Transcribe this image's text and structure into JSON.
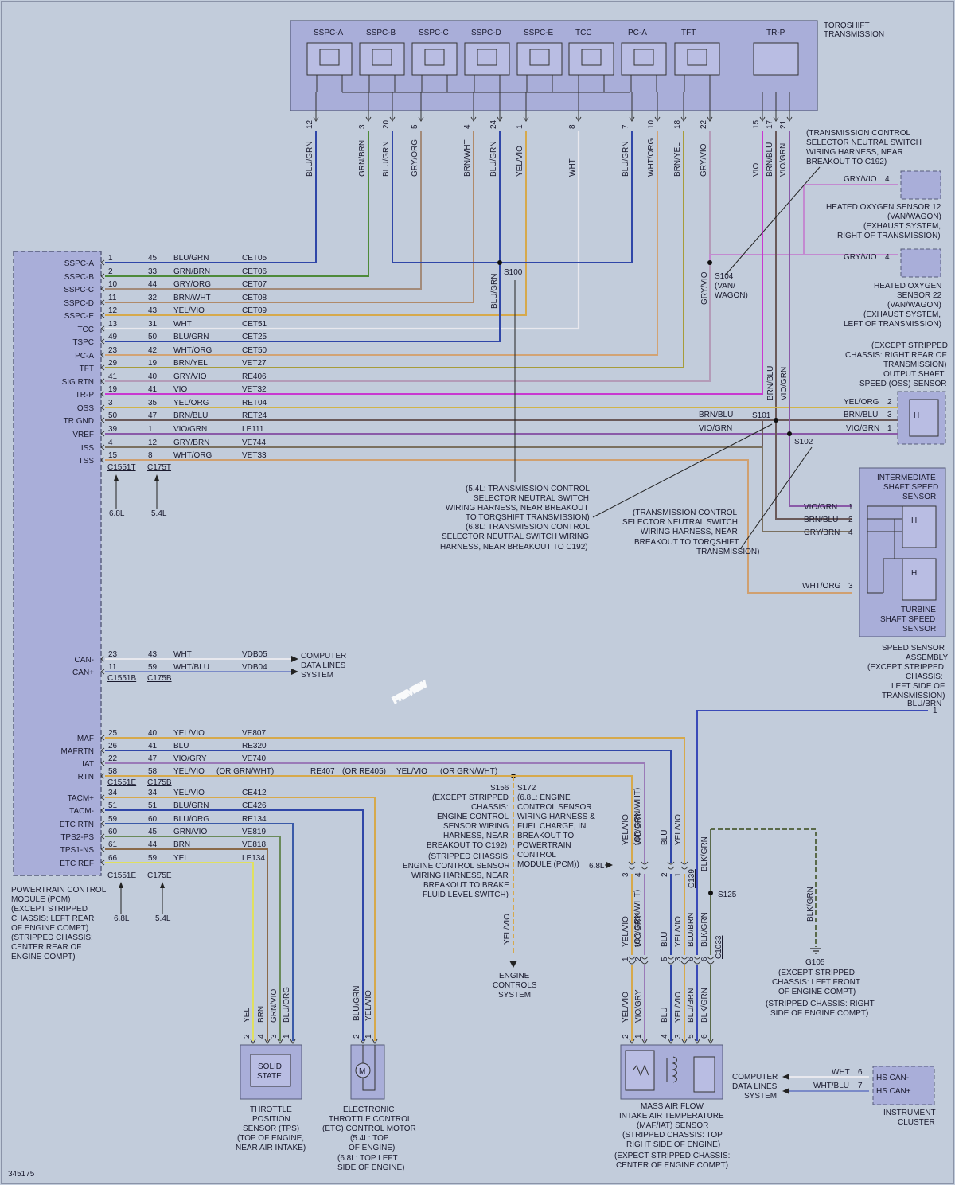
{
  "diagram_id": "345175",
  "watermark": "PREVIEW",
  "transmission": {
    "title": [
      "TORQSHIFT",
      "TRANSMISSION"
    ],
    "solenoids": [
      "SSPC-A",
      "SSPC-B",
      "SSPC-C",
      "SSPC-D",
      "SSPC-E",
      "TCC",
      "PC-A",
      "TFT",
      "TR-P"
    ]
  },
  "trans_pins": [
    {
      "n": "12",
      "color": "BLU/GRN"
    },
    {
      "n": "3",
      "color": "GRN/BRN"
    },
    {
      "n": "20",
      "color": "BLU/GRN"
    },
    {
      "n": "5",
      "color": "GRY/ORG"
    },
    {
      "n": "4",
      "color": "BRN/WHT"
    },
    {
      "n": "24",
      "color": "BLU/GRN"
    },
    {
      "n": "1",
      "color": "YEL/VIO"
    },
    {
      "n": "8",
      "color": "WHT"
    },
    {
      "n": "7",
      "color": "BLU/GRN"
    },
    {
      "n": "10",
      "color": "WHT/ORG"
    },
    {
      "n": "18",
      "color": "BRN/YEL"
    },
    {
      "n": "22",
      "color": "GRY/VIO"
    },
    {
      "n": "15",
      "color": "VIO"
    },
    {
      "n": "17",
      "color": "BRN/BLU"
    },
    {
      "n": "21",
      "color": "VIO/GRN"
    }
  ],
  "pcm": {
    "caption": [
      "POWERTRAIN CONTROL",
      "MODULE (PCM)",
      "(EXCEPT STRIPPED",
      "CHASSIS: LEFT REAR",
      "OF ENGINE COMPT)",
      "(STRIPPED CHASSIS:",
      "CENTER REAR OF",
      "ENGINE COMPT)"
    ]
  },
  "pcm_rows_top": [
    {
      "sig": "SSPC-A",
      "p1": "1",
      "p2": "45",
      "color": "BLU/GRN",
      "circuit": "CET05"
    },
    {
      "sig": "SSPC-B",
      "p1": "2",
      "p2": "33",
      "color": "GRN/BRN",
      "circuit": "CET06"
    },
    {
      "sig": "SSPC-C",
      "p1": "10",
      "p2": "44",
      "color": "GRY/ORG",
      "circuit": "CET07"
    },
    {
      "sig": "SSPC-D",
      "p1": "11",
      "p2": "32",
      "color": "BRN/WHT",
      "circuit": "CET08"
    },
    {
      "sig": "SSPC-E",
      "p1": "12",
      "p2": "43",
      "color": "YEL/VIO",
      "circuit": "CET09"
    },
    {
      "sig": "TCC",
      "p1": "13",
      "p2": "31",
      "color": "WHT",
      "circuit": "CET51"
    },
    {
      "sig": "TSPC",
      "p1": "49",
      "p2": "50",
      "color": "BLU/GRN",
      "circuit": "CET25"
    },
    {
      "sig": "PC-A",
      "p1": "23",
      "p2": "42",
      "color": "WHT/ORG",
      "circuit": "CET50"
    },
    {
      "sig": "TFT",
      "p1": "29",
      "p2": "19",
      "color": "BRN/YEL",
      "circuit": "VET27"
    },
    {
      "sig": "SIG RTN",
      "p1": "41",
      "p2": "40",
      "color": "GRY/VIO",
      "circuit": "RE406"
    },
    {
      "sig": "TR-P",
      "p1": "19",
      "p2": "41",
      "color": "VIO",
      "circuit": "VET32"
    },
    {
      "sig": "OSS",
      "p1": "3",
      "p2": "35",
      "color": "YEL/ORG",
      "circuit": "RET04"
    },
    {
      "sig": "TR GND",
      "p1": "50",
      "p2": "47",
      "color": "BRN/BLU",
      "circuit": "RET24"
    },
    {
      "sig": "VREF",
      "p1": "39",
      "p2": "1",
      "color": "VIO/GRN",
      "circuit": "LE111"
    },
    {
      "sig": "ISS",
      "p1": "4",
      "p2": "12",
      "color": "GRY/BRN",
      "circuit": "VE744"
    },
    {
      "sig": "TSS",
      "p1": "15",
      "p2": "8",
      "color": "WHT/ORG",
      "circuit": "VET33"
    }
  ],
  "pcm_rows_can": [
    {
      "sig": "CAN-",
      "p1": "23",
      "p2": "43",
      "color": "WHT",
      "circuit": "VDB05"
    },
    {
      "sig": "CAN+",
      "p1": "11",
      "p2": "59",
      "color": "WHT/BLU",
      "circuit": "VDB04"
    }
  ],
  "pcm_rows_maf": [
    {
      "sig": "MAF",
      "p1": "25",
      "p2": "40",
      "color": "YEL/VIO",
      "circuit": "VE807"
    },
    {
      "sig": "MAFRTN",
      "p1": "26",
      "p2": "41",
      "color": "BLU",
      "circuit": "RE320"
    },
    {
      "sig": "IAT",
      "p1": "22",
      "p2": "47",
      "color": "VIO/GRY",
      "circuit": "VE740"
    },
    {
      "sig": "RTN",
      "p1": "58",
      "p2": "58",
      "color": "YEL/VIO",
      "circuit": "(OR GRN/WHT)"
    }
  ],
  "pcm_rows_tps": [
    {
      "sig": "TACM+",
      "p1": "34",
      "p2": "34",
      "color": "YEL/VIO",
      "circuit": "CE412"
    },
    {
      "sig": "TACM-",
      "p1": "51",
      "p2": "51",
      "color": "BLU/GRN",
      "circuit": "CE426"
    },
    {
      "sig": "ETC RTN",
      "p1": "59",
      "p2": "60",
      "color": "BLU/ORG",
      "circuit": "RE134"
    },
    {
      "sig": "TPS2-PS",
      "p1": "60",
      "p2": "45",
      "color": "GRN/VIO",
      "circuit": "VE819"
    },
    {
      "sig": "TPS1-NS",
      "p1": "61",
      "p2": "44",
      "color": "BRN",
      "circuit": "VE818"
    },
    {
      "sig": "ETC REF",
      "p1": "66",
      "p2": "59",
      "color": "YEL",
      "circuit": "LE134"
    }
  ],
  "rtn_extra": {
    "circuit2": "RE407",
    "alt2": "(OR RE405)",
    "color2": "YEL/VIO",
    "alt3": "(OR GRN/WHT)"
  },
  "connectors": {
    "top": [
      "C1551T",
      "C175T"
    ],
    "can": [
      "C1551B",
      "C175B"
    ],
    "maf": [
      "C1551E",
      "C175B"
    ],
    "tps": [
      "C1551E",
      "C175E"
    ],
    "engine_68": "6.8L",
    "engine_54": "5.4L"
  },
  "splices": {
    "s100": "S100",
    "s104": [
      "S104",
      "(VAN/",
      "WAGON)"
    ],
    "s101": "S101",
    "s102": "S102",
    "s125": "S125",
    "s156": "S156",
    "s172": "S172",
    "g105": "G105",
    "c139": "C139",
    "c1033": "C1033"
  },
  "notes": {
    "tcsns1": [
      "(TRANSMISSION CONTROL",
      "SELECTOR NEUTRAL SWITCH",
      "WIRING HARNESS, NEAR",
      "BREAKOUT TO C192)"
    ],
    "tcsns2": [
      "(5.4L: TRANSMISSION CONTROL",
      "SELECTOR NEUTRAL SWITCH",
      "WIRING HARNESS, NEAR BREAKOUT",
      "TO TORQSHIFT TRANSMISSION)",
      "(6.8L: TRANSMISSION CONTROL",
      "SELECTOR NEUTRAL SWITCH WIRING",
      "HARNESS, NEAR BREAKOUT TO C192)"
    ],
    "tcsns3": [
      "(TRANSMISSION CONTROL",
      "SELECTOR NEUTRAL SWITCH",
      "WIRING HARNESS, NEAR",
      "BREAKOUT TO TORQSHIFT",
      "TRANSMISSION)"
    ],
    "s156": [
      "(EXCEPT STRIPPED",
      "CHASSIS:",
      "ENGINE CONTROL",
      "SENSOR WIRING",
      "HARNESS, NEAR",
      "BREAKOUT TO C192)",
      "(STRIPPED CHASSIS:",
      "ENGINE CONTROL SENSOR",
      "WIRING HARNESS, NEAR",
      "BREAKOUT TO BRAKE",
      "FLUID LEVEL SWITCH)"
    ],
    "s172": [
      "(6.8L: ENGINE",
      "CONTROL SENSOR",
      "WIRING HARNESS &",
      "FUEL CHARGE, IN",
      "BREAKOUT TO",
      "POWERTRAIN",
      "CONTROL",
      "MODULE (PCM))"
    ],
    "g105": [
      "(EXCEPT STRIPPED",
      "CHASSIS: LEFT FRONT",
      "OF ENGINE COMPT)",
      "(STRIPPED CHASSIS: RIGHT",
      "SIDE OF ENGINE COMPT)"
    ]
  },
  "ho2s12": {
    "color": "GRY/VIO",
    "pin": "4",
    "label": [
      "HEATED OXYGEN SENSOR 12",
      "(VAN/WAGON)",
      "(EXHAUST SYSTEM,",
      "RIGHT OF TRANSMISSION)"
    ]
  },
  "ho2s22": {
    "color": "GRY/VIO",
    "pin": "4",
    "label": [
      "HEATED OXYGEN",
      "SENSOR 22",
      "(VAN/WAGON)",
      "(EXHAUST SYSTEM,",
      "LEFT OF TRANSMISSION)"
    ]
  },
  "oss": {
    "label": [
      "(EXCEPT STRIPPED",
      "CHASSIS: RIGHT REAR OF",
      "TRANSMISSION)",
      "OUTPUT SHAFT",
      "SPEED (OSS) SENSOR"
    ],
    "pins": [
      {
        "color": "YEL/ORG",
        "n": "2"
      },
      {
        "color": "BRN/BLU",
        "n": "3"
      },
      {
        "color": "VIO/GRN",
        "n": "1"
      }
    ],
    "left_labels": [
      "BRN/BLU",
      "VIO/GRN"
    ],
    "h": "H"
  },
  "speed_assembly": {
    "iss_label": [
      "INTERMEDIATE",
      "SHAFT SPEED",
      "SENSOR"
    ],
    "tss_label": [
      "TURBINE",
      "SHAFT SPEED",
      "SENSOR"
    ],
    "label": [
      "SPEED SENSOR",
      "ASSEMBLY",
      "(EXCEPT STRIPPED",
      "CHASSIS:",
      "LEFT SIDE OF",
      "TRANSMISSION)"
    ],
    "pins": [
      {
        "color": "VIO/GRN",
        "n": "1"
      },
      {
        "color": "BRN/BLU",
        "n": "2"
      },
      {
        "color": "GRY/BRN",
        "n": "4"
      },
      {
        "color": "WHT/ORG",
        "n": "3"
      }
    ],
    "h": "H"
  },
  "vertical_labels": {
    "brn_blu": "BRN/BLU",
    "vio_grn": "VIO/GRN",
    "blu_grn_s100": "BLU/GRN",
    "gry_vio_s104": "GRY/VIO"
  },
  "can_bus": {
    "label": [
      "COMPUTER",
      "DATA LINES",
      "SYSTEM"
    ]
  },
  "blu_brn_pin": {
    "color": "BLU/BRN",
    "n": "1"
  },
  "maf_sensor": {
    "label": [
      "MASS AIR FLOW",
      "INTAKE AIR TEMPERATURE",
      "(MAF/IAT) SENSOR",
      "(STRIPPED CHASSIS: TOP",
      "RIGHT SIDE OF ENGINE)",
      "(EXPECT STRIPPED CHASSIS:",
      "CENTER OF ENGINE COMPT)"
    ],
    "top_wires": [
      {
        "color": "YEL/VIO",
        "alt": "(OR GRN/WHT)",
        "n": "3"
      },
      {
        "color": "VIO/GRY",
        "n": "4"
      },
      {
        "color": "BLU",
        "n": "2"
      },
      {
        "color": "YEL/VIO",
        "n": "1"
      }
    ],
    "mid_wires": [
      {
        "color": "YEL/VIO",
        "alt": "(OR GRN/WHT)",
        "n": "1"
      },
      {
        "color": "VIO/GRY",
        "n": "2"
      },
      {
        "color": "BLU",
        "n": "5"
      },
      {
        "color": "YEL/VIO",
        "n": "3"
      },
      {
        "color": "BLU/BRN",
        "n": "6"
      },
      {
        "color": "BLK/GRN",
        "n": "6"
      }
    ],
    "bottom_wires": [
      {
        "color": "YEL/VIO",
        "n": "2"
      },
      {
        "color": "VIO/GRY",
        "n": "1"
      },
      {
        "color": "BLU",
        "n": "4"
      },
      {
        "color": "YEL/VIO",
        "n": "3"
      },
      {
        "color": "BLU/BRN",
        "n": "5"
      },
      {
        "color": "BLK/GRN",
        "n": "6"
      }
    ],
    "blk_grn": "BLK/GRN",
    "engine_68": "6.8L"
  },
  "tps": {
    "label": [
      "THROTTLE",
      "POSITION",
      "SENSOR (TPS)",
      "(TOP OF ENGINE,",
      "NEAR AIR INTAKE)"
    ],
    "inner": [
      "SOLID",
      "STATE"
    ],
    "wires": [
      {
        "color": "YEL",
        "n": "2"
      },
      {
        "color": "BRN",
        "n": "4"
      },
      {
        "color": "GRN/VIO",
        "n": "3"
      },
      {
        "color": "BLU/ORG",
        "n": "1"
      }
    ]
  },
  "etc": {
    "label": [
      "ELECTRONIC",
      "THROTTLE CONTROL",
      "(ETC) CONTROL MOTOR",
      "(5.4L: TOP",
      "OF ENGINE)",
      "(6.8L: TOP LEFT",
      "SIDE OF ENGINE)"
    ],
    "motor": "M",
    "wires": [
      {
        "color": "BLU/GRN",
        "n": "2"
      },
      {
        "color": "YEL/VIO",
        "n": "1"
      }
    ]
  },
  "engine_controls": [
    "ENGINE",
    "CONTROLS",
    "SYSTEM"
  ],
  "s156_wire": "YEL/VIO",
  "g105_wire": "BLK/GRN",
  "cluster": {
    "label": [
      "INSTRUMENT",
      "CLUSTER"
    ],
    "lines": [
      "HS CAN-",
      "HS CAN+"
    ],
    "pins": [
      {
        "color": "WHT",
        "n": "6"
      },
      {
        "color": "WHT/BLU",
        "n": "7"
      }
    ],
    "sys": [
      "COMPUTER",
      "DATA LINES",
      "SYSTEM"
    ]
  }
}
